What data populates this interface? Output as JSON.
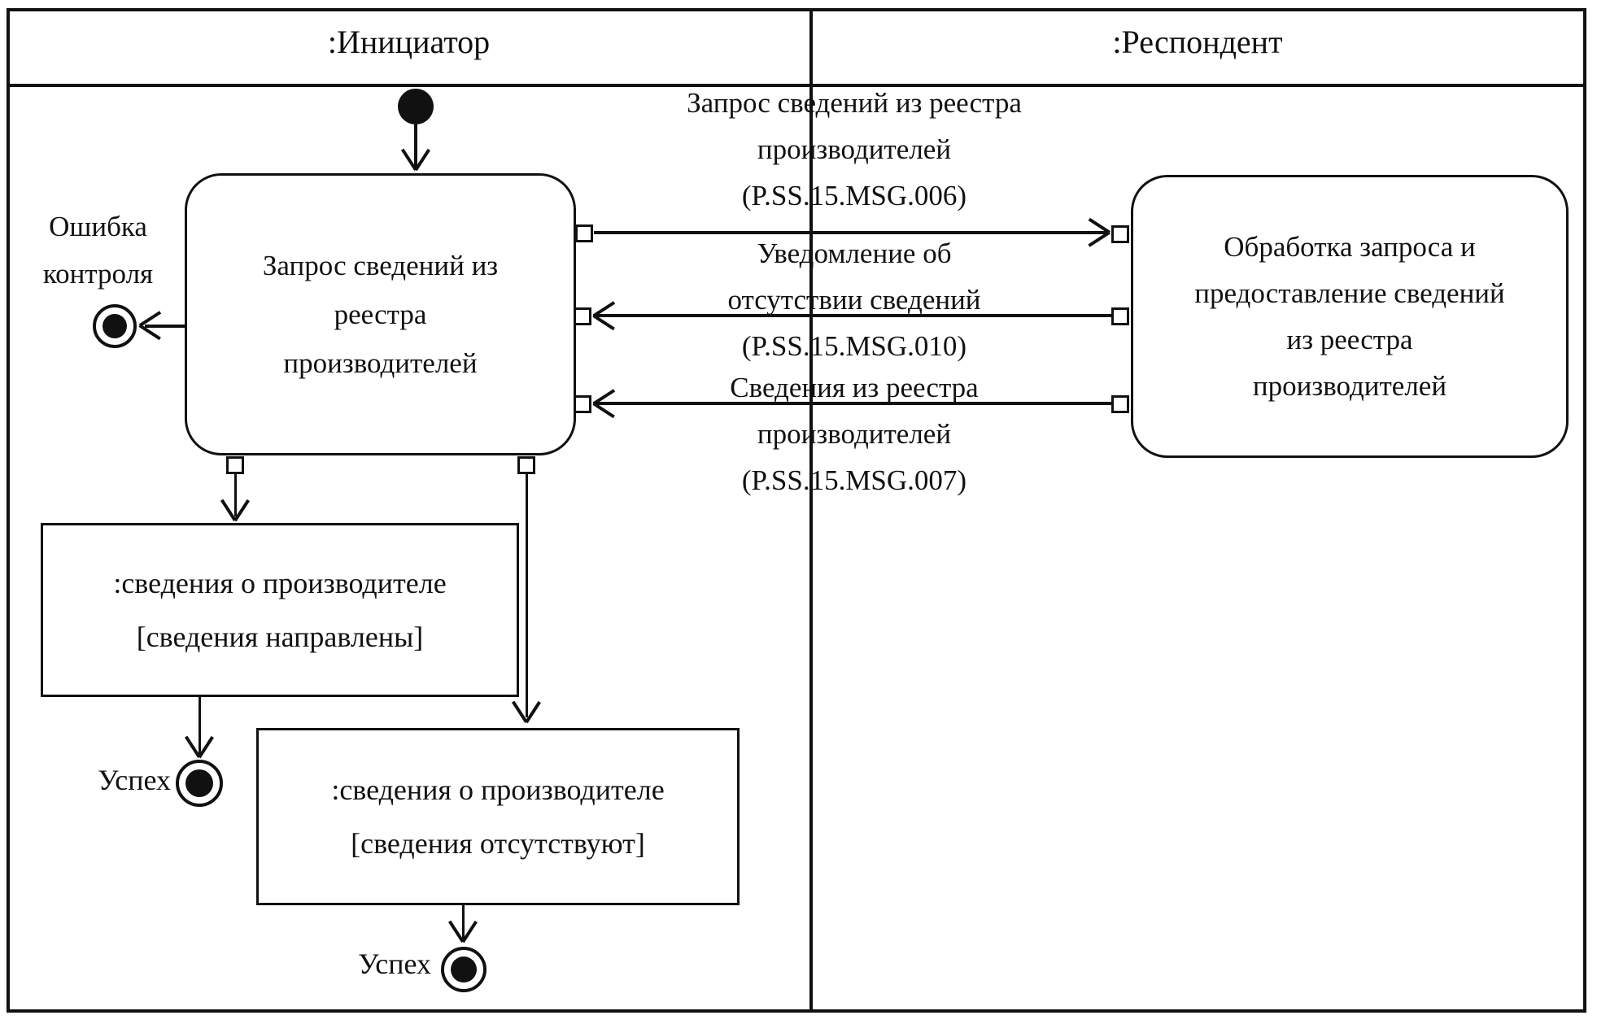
{
  "diagram": {
    "type": "uml-activity-diagram",
    "colors": {
      "ink": "#111111",
      "paper": "#ffffff"
    },
    "lanes": [
      {
        "id": "initiator",
        "title": ":Инициатор"
      },
      {
        "id": "respondent",
        "title": ":Респондент"
      }
    ],
    "nodes": {
      "request_activity": {
        "label": "Запрос сведений из реестра производителей",
        "lines": [
          "Запрос сведений из",
          "реестра",
          "производителей"
        ]
      },
      "process_activity": {
        "label": "Обработка запроса и предоставление сведений из реестра производителей",
        "lines": [
          "Обработка запроса и",
          "предоставление сведений",
          "из реестра",
          "производителей"
        ]
      },
      "object_sent": {
        "lines": [
          ":сведения о производителе",
          "[сведения направлены]"
        ]
      },
      "object_absent": {
        "lines": [
          ":сведения о производителе",
          "[сведения отсутствуют]"
        ]
      },
      "error_final": {
        "lines": [
          "Ошибка",
          "контроля"
        ]
      },
      "success_final_1": {
        "label": "Успех"
      },
      "success_final_2": {
        "label": "Успех"
      }
    },
    "messages": [
      {
        "direction": "right",
        "lines": [
          "Запрос сведений из реестра",
          "производителей",
          "(P.SS.15.MSG.006)"
        ]
      },
      {
        "direction": "left",
        "lines": [
          "Уведомление об",
          "отсутствии сведений",
          "(P.SS.15.MSG.010)"
        ]
      },
      {
        "direction": "left",
        "lines": [
          "Сведения из реестра",
          "производителей",
          "(P.SS.15.MSG.007)"
        ]
      }
    ]
  }
}
